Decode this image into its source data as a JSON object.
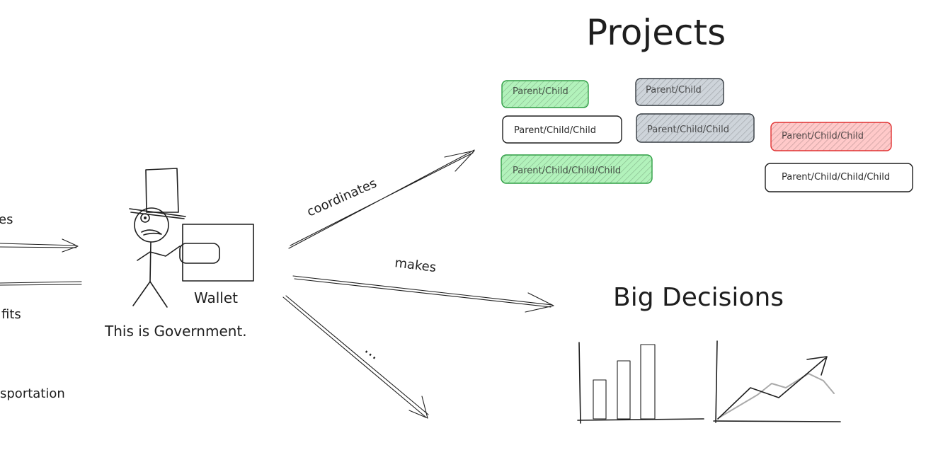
{
  "canvas": {
    "title": "Projects",
    "subtitle": "Big Decisions"
  },
  "left_cut": {
    "label_1": "es",
    "label_2": "fits",
    "label_3": "sportation"
  },
  "figure": {
    "caption": "This is Government.",
    "wallet_label": "Wallet"
  },
  "arrows": {
    "coordinates": "coordinates",
    "makes": "makes",
    "more": "..."
  },
  "projects": [
    {
      "label": "Parent/Child",
      "fill": "#b2f2bb",
      "stroke": "#2f9e44"
    },
    {
      "label": "Parent/Child",
      "fill": "#ced4da",
      "stroke": "#343a40"
    },
    {
      "label": "Parent/Child/Child",
      "fill": "#ffffff",
      "stroke": "#1e1e1e"
    },
    {
      "label": "Parent/Child/Child",
      "fill": "#ced4da",
      "stroke": "#343a40"
    },
    {
      "label": "Parent/Child/Child",
      "fill": "#ffc9c9",
      "stroke": "#e03131"
    },
    {
      "label": "Parent/Child/Child/Child",
      "fill": "#b2f2bb",
      "stroke": "#2f9e44"
    },
    {
      "label": "Parent/Child/Child/Child",
      "fill": "#ffffff",
      "stroke": "#1e1e1e"
    }
  ]
}
